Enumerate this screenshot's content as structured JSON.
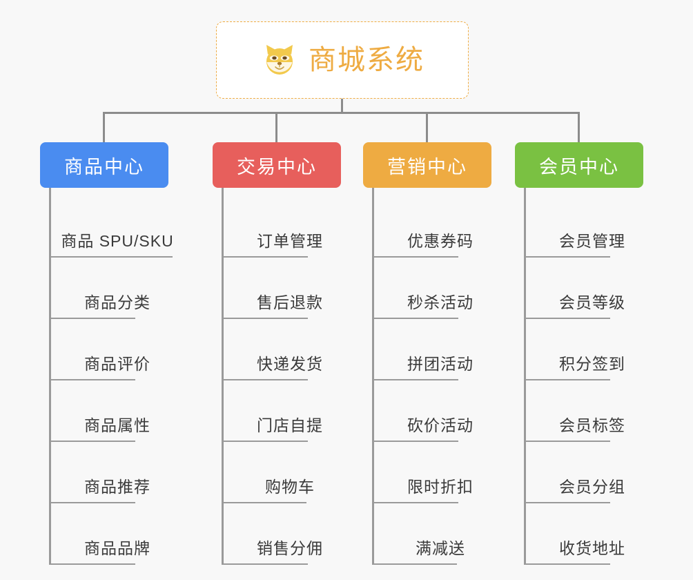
{
  "page": {
    "background_color": "#f8f8f8",
    "line_color": "#8c8c8c",
    "leaf_line_color": "#9a9a9a",
    "leaf_text_color": "#3a3a3a"
  },
  "root": {
    "title": "商城系统",
    "icon": "shiba-dog-face-icon",
    "text_color": "#eeab42",
    "border_color": "#eeab42",
    "background_color": "#ffffff"
  },
  "columns": [
    {
      "id": "product-center",
      "header": "商品中心",
      "color": "#4a8cf0",
      "items": [
        "商品 SPU/SKU",
        "商品分类",
        "商品评价",
        "商品属性",
        "商品推荐",
        "商品品牌"
      ]
    },
    {
      "id": "trade-center",
      "header": "交易中心",
      "color": "#e75f5c",
      "items": [
        "订单管理",
        "售后退款",
        "快递发货",
        "门店自提",
        "购物车",
        "销售分佣"
      ]
    },
    {
      "id": "marketing-center",
      "header": "营销中心",
      "color": "#eeab42",
      "items": [
        "优惠券码",
        "秒杀活动",
        "拼团活动",
        "砍价活动",
        "限时折扣",
        "满减送"
      ]
    },
    {
      "id": "member-center",
      "header": "会员中心",
      "color": "#7ac142",
      "items": [
        "会员管理",
        "会员等级",
        "积分签到",
        "会员标签",
        "会员分组",
        "收货地址"
      ]
    }
  ]
}
